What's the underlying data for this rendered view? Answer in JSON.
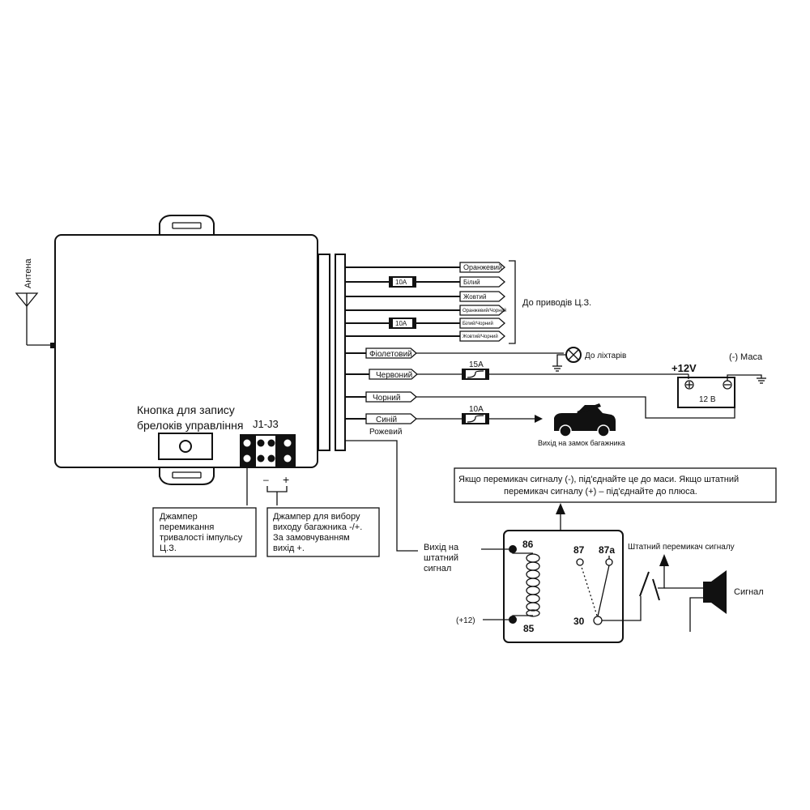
{
  "antenna": {
    "label": "Антена"
  },
  "record_button": {
    "label_line1": "Кнопка для запису",
    "label_line2": "брелоків управління"
  },
  "jumpers": {
    "label": "J1-J3",
    "minus": "–",
    "plus": "+"
  },
  "wires": [
    {
      "label": "Оранжевий"
    },
    {
      "label": "Білий",
      "fuse": "10A"
    },
    {
      "label": "Жовтий"
    },
    {
      "label": "Оранжевий/Чорний"
    },
    {
      "label": "Білий/Чорний",
      "fuse": "10A"
    },
    {
      "label": "Жовтий/Чорний"
    }
  ],
  "central_lock": {
    "label": "До приводів Ц.З."
  },
  "violet": {
    "label": "Фіолетовий",
    "dest": "До ліхтарів"
  },
  "red": {
    "label": "Червоний",
    "fuse": "15A"
  },
  "black": {
    "label": "Чорний"
  },
  "blue": {
    "label": "Синій",
    "fuse": "10A",
    "dest": "Вихід на замок багажника"
  },
  "pink": {
    "label": "Рожевий"
  },
  "battery": {
    "plus_label": "+12V",
    "ground_label": "(-) Маса",
    "voltage": "12 В"
  },
  "jumper_note_1": {
    "line1": "Джампер",
    "line2": "перемикання",
    "line3": "тривалості імпульсу",
    "line4": "Ц.З."
  },
  "jumper_note_2": {
    "line1": "Джампер для вибору",
    "line2": "виходу багажника -/+.",
    "line3": "За замовчуванням",
    "line4": "вихід +."
  },
  "signal_note": {
    "line1": "Якщо перемикач сигналу (-), під'єднайте це до маси. Якщо штатний",
    "line2": "перемикач сигналу (+) – під'єднайте до плюса."
  },
  "horn_output": {
    "line1": "Вихід на",
    "line2": "штатний",
    "line3": "сигнал"
  },
  "relay": {
    "pin86": "86",
    "pin85": "85",
    "pin87": "87",
    "pin87a": "87a",
    "pin30": "30",
    "supply": "(+12)"
  },
  "horn": {
    "switch_label": "Штатний перемикач сигналу",
    "label": "Сигнал"
  }
}
